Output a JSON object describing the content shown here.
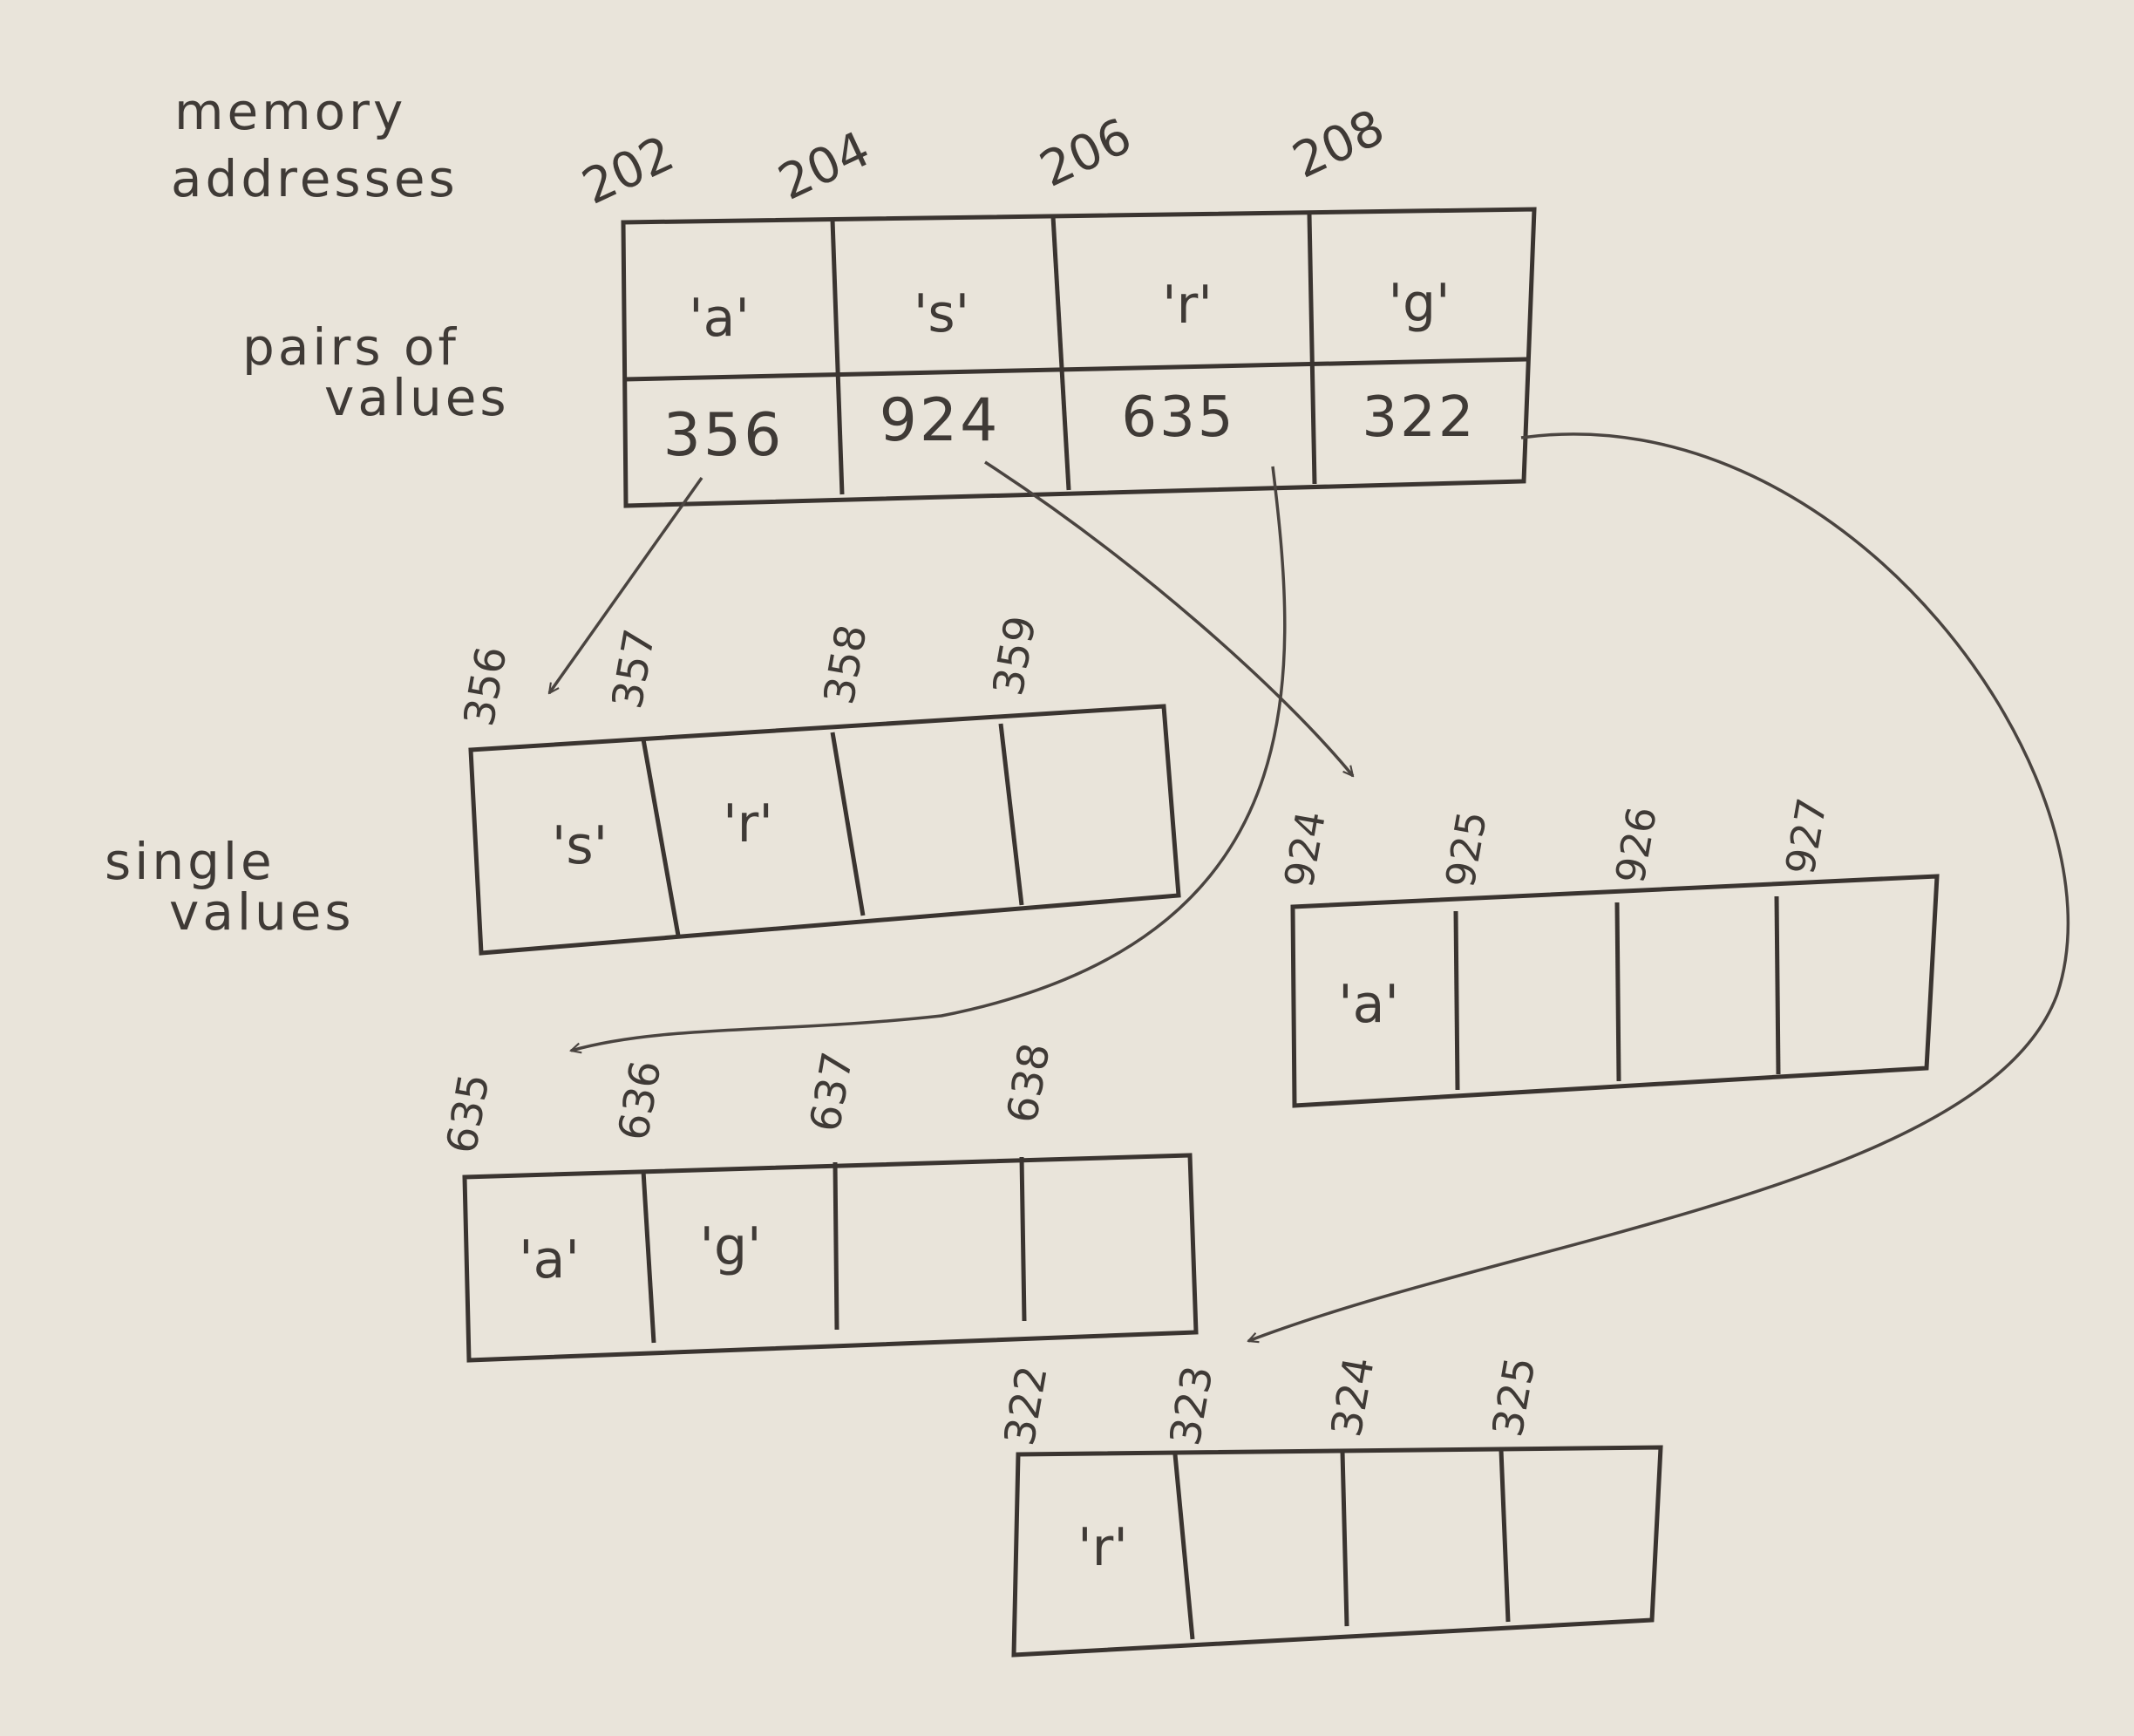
{
  "labels": {
    "memory_line1": "memory",
    "memory_line2": "addresses",
    "pairs_line1": "pairs of",
    "pairs_line2": "values",
    "single_line1": "single",
    "single_line2": "values"
  },
  "top_array": {
    "addresses": [
      "202",
      "204",
      "206",
      "208"
    ],
    "keys": [
      "'a'",
      "'s'",
      "'r'",
      "'g'"
    ],
    "pointers": [
      "356",
      "924",
      "635",
      "322"
    ]
  },
  "blocks": [
    {
      "id": "356",
      "addresses": [
        "356",
        "357",
        "358",
        "359"
      ],
      "cells": [
        "'s'",
        "'r'",
        "",
        ""
      ]
    },
    {
      "id": "924",
      "addresses": [
        "924",
        "925",
        "926",
        "927"
      ],
      "cells": [
        "'a'",
        "",
        "",
        ""
      ]
    },
    {
      "id": "635",
      "addresses": [
        "635",
        "636",
        "637",
        "638"
      ],
      "cells": [
        "'a'",
        "'g'",
        "",
        ""
      ]
    },
    {
      "id": "322",
      "addresses": [
        "322",
        "323",
        "324",
        "325"
      ],
      "cells": [
        "'r'",
        "",
        "",
        ""
      ]
    }
  ],
  "colors": {
    "ink": "#3a3430",
    "paper": "#e9e4da"
  }
}
